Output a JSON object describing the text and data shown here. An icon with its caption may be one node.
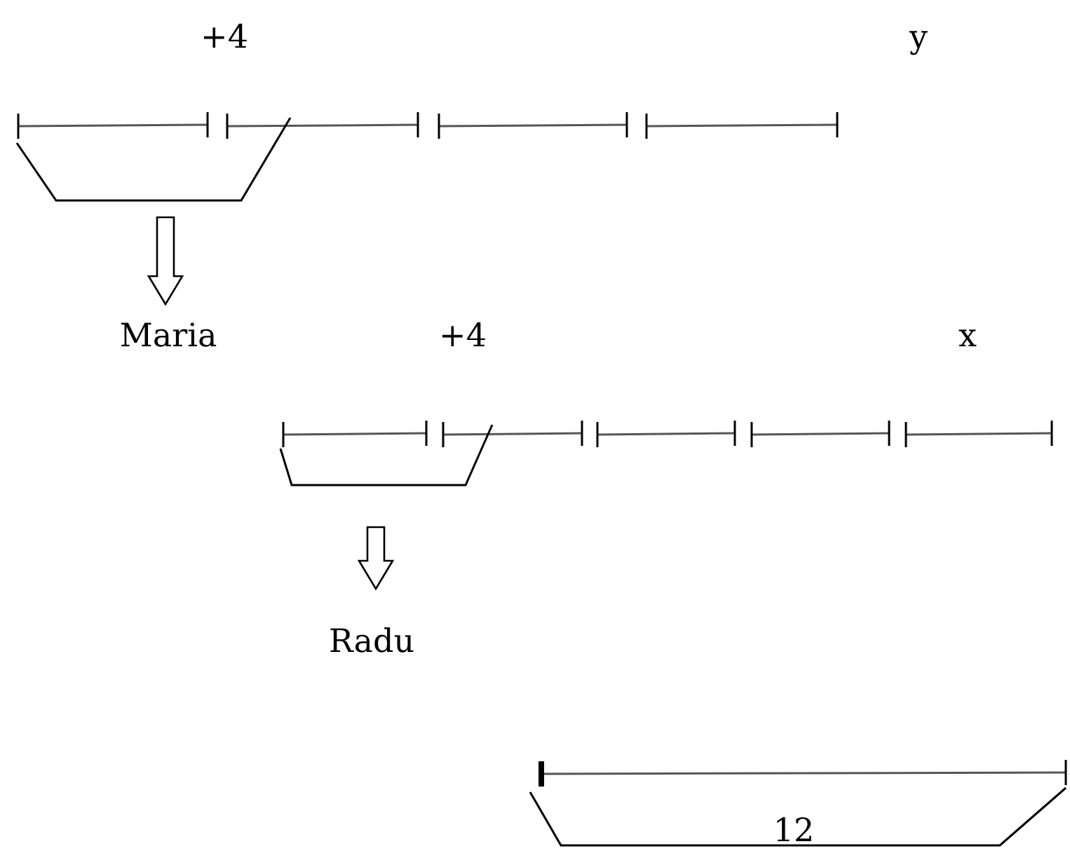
{
  "diagram": {
    "labels": [
      "+4",
      "y",
      "Maria",
      "+4",
      "x",
      "Radu",
      "12"
    ]
  }
}
